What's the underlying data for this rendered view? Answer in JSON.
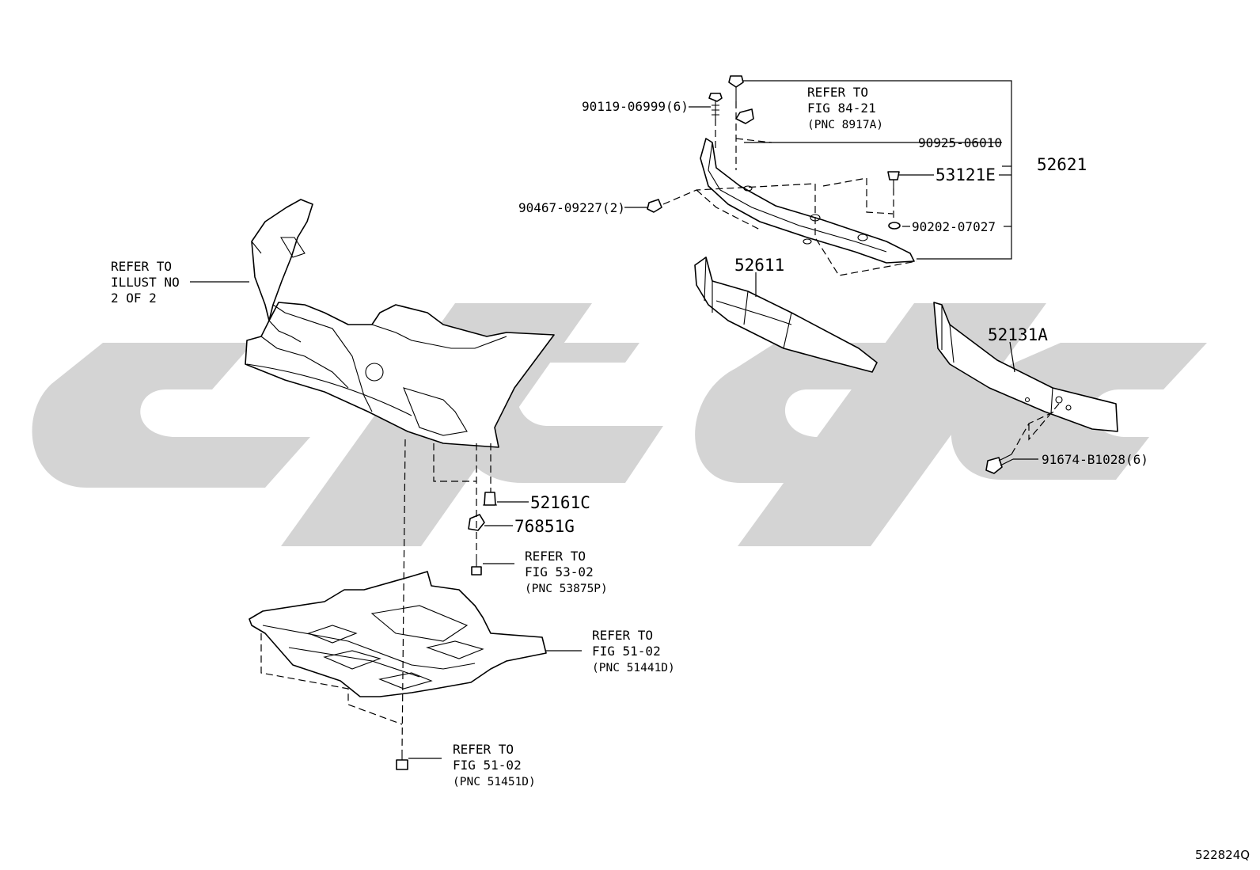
{
  "diagram": {
    "figure_id": "522824Q",
    "watermark": "watermark-logo",
    "parts": {
      "p90119": "90119-06999(6)",
      "p90925": "90925-06010",
      "p52621": "52621",
      "p53121E": "53121E",
      "p90467": "90467-09227(2)",
      "p90202": "90202-07027",
      "p52611": "52611",
      "p52131A": "52131A",
      "p91674": "91674-B1028(6)",
      "p52161C": "52161C",
      "p76851G": "76851G"
    },
    "refs": {
      "fig84": [
        "REFER TO",
        "FIG 84-21",
        "(PNC 8917A)"
      ],
      "illust": [
        "REFER TO",
        "ILLUST NO",
        "2 OF 2"
      ],
      "fig53": [
        "REFER TO",
        "FIG 53-02",
        "(PNC 53875P)"
      ],
      "fig51a": [
        "REFER TO",
        "FIG 51-02",
        "(PNC 51441D)"
      ],
      "fig51b": [
        "REFER TO",
        "FIG 51-02",
        "(PNC 51451D)"
      ]
    }
  }
}
